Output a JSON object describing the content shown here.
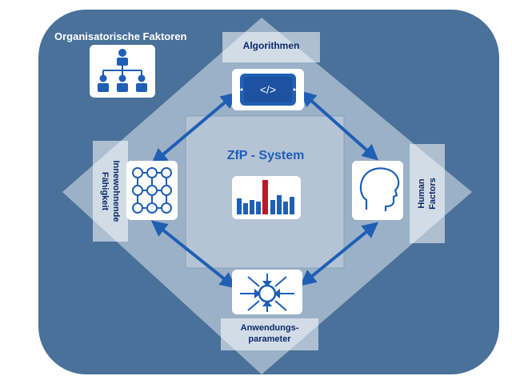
{
  "labels": {
    "org_factors": "Organisatorische Faktoren",
    "algorithms": "Algorithmen",
    "system_title": "ZfP - System",
    "inherent_line1": "Innewohnende",
    "inherent_line2": "Fähigkeit",
    "human_line1": "Human",
    "human_line2": "Factors",
    "app_line1": "Anwendungs-",
    "app_line2": "parameter",
    "code_glyph": "</>"
  },
  "icons": {
    "org": "org-chart-icon",
    "algorithms": "code-tablet-icon",
    "inherent": "node-grid-icon",
    "human": "head-profile-icon",
    "application": "arrows-converging-icon",
    "system": "bar-chart-icon"
  },
  "colors": {
    "background": "#4a7199",
    "diamond": "#a8b8cc",
    "label_box": "#c9d3df",
    "accent_blue": "#1f5fb5",
    "accent_red": "#c0162a",
    "dark_text": "#0b2a6b"
  }
}
